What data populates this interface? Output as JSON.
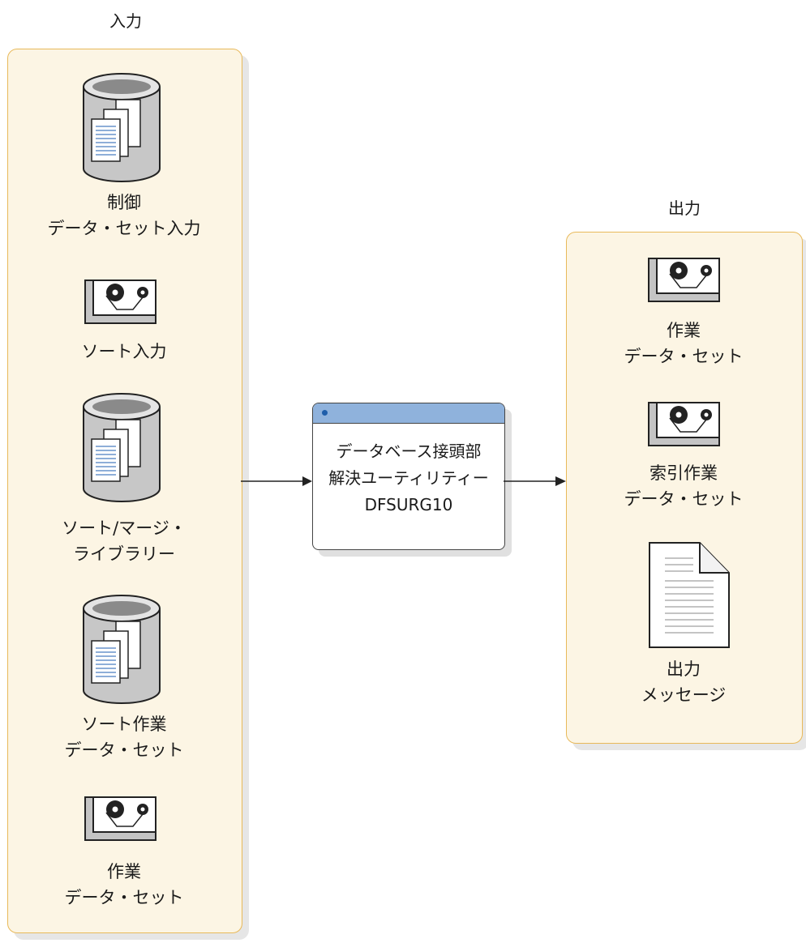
{
  "input_heading": "入力",
  "output_heading": "出力",
  "inputs": [
    {
      "icon": "database-icon",
      "lines": [
        "制御",
        "データ・セット入力"
      ]
    },
    {
      "icon": "tape-icon",
      "lines": [
        "ソート入力"
      ]
    },
    {
      "icon": "database-icon",
      "lines": [
        "ソート/マージ・",
        "ライブラリー"
      ]
    },
    {
      "icon": "database-icon",
      "lines": [
        "ソート作業",
        "データ・セット"
      ]
    },
    {
      "icon": "tape-icon",
      "lines": [
        "作業",
        "データ・セット"
      ]
    }
  ],
  "process": {
    "lines": [
      "データベース接頭部",
      "解決ユーティリティー",
      "DFSURG10"
    ]
  },
  "outputs": [
    {
      "icon": "tape-icon",
      "lines": [
        "作業",
        "データ・セット"
      ]
    },
    {
      "icon": "tape-icon",
      "lines": [
        "索引作業",
        "データ・セット"
      ]
    },
    {
      "icon": "document-icon",
      "lines": [
        "出力",
        "メッセージ"
      ]
    }
  ],
  "colors": {
    "panel_fill": "#fcf5e4",
    "panel_border": "#e8b95a",
    "title_bar": "#8fb2dc",
    "dot": "#1f5eaa"
  }
}
